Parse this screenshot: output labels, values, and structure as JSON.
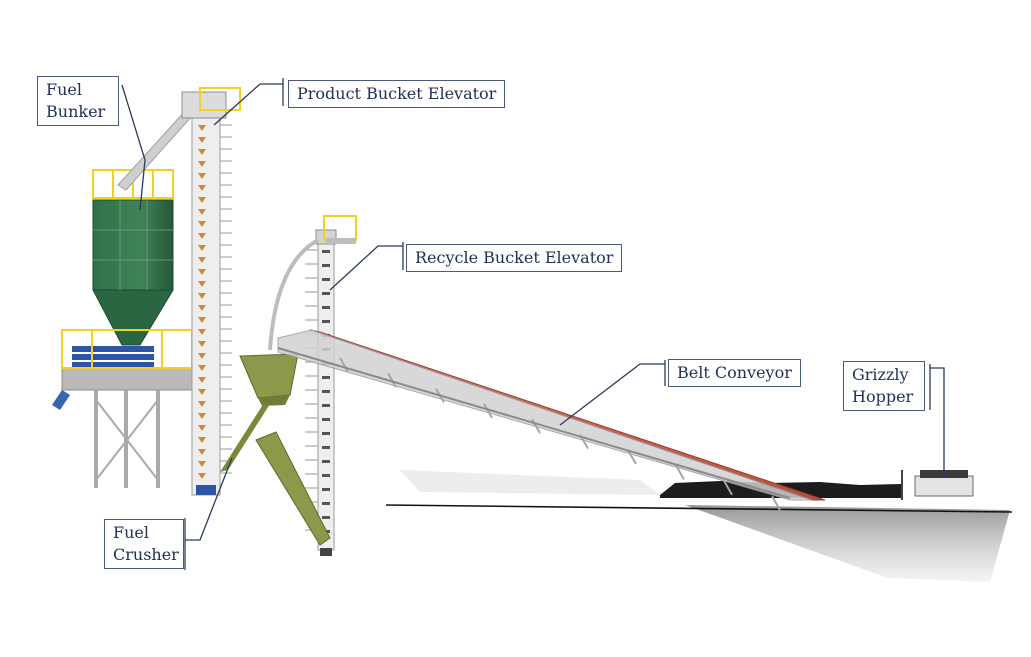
{
  "labels": {
    "fuel_bunker": [
      "Fuel",
      "Bunker"
    ],
    "product_bucket_elevator": "Product Bucket Elevator",
    "recycle_bucket_elevator": "Recycle Bucket Elevator",
    "belt_conveyor": "Belt Conveyor",
    "grizzly_hopper": [
      "Grizzly",
      "Hopper"
    ],
    "fuel_crusher": [
      "Fuel",
      "Crusher"
    ]
  },
  "colors": {
    "bunker_green": "#2e6b45",
    "crusher_olive": "#8a9a4a",
    "belt_red": "#d9685a",
    "steel_gray": "#c8c8c8",
    "railing_yellow": "#f2d21a",
    "bucket_orange": "#c98a3a",
    "label_text": "#1f2f55"
  }
}
